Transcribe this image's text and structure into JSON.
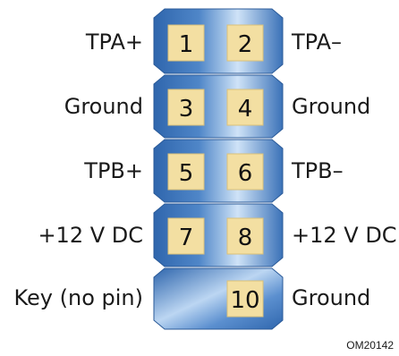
{
  "rows": [
    {
      "left_label": "TPA+",
      "right_label": "TPA–",
      "left_pin": "1",
      "right_pin": "2"
    },
    {
      "left_label": "Ground",
      "right_label": "Ground",
      "left_pin": "3",
      "right_pin": "4"
    },
    {
      "left_label": "TPB+",
      "right_label": "TPB–",
      "left_pin": "5",
      "right_pin": "6"
    },
    {
      "left_label": "+12 V DC",
      "right_label": "+12 V DC",
      "left_pin": "7",
      "right_pin": "8"
    },
    {
      "left_label": "Key (no pin)",
      "right_label": "Ground",
      "left_pin": "",
      "right_pin": "10"
    }
  ],
  "figure_code": "OM20142",
  "colors": {
    "header_dark": "#2f66ad",
    "header_light": "#cfe3f7",
    "pin_fill": "#f3dfa2",
    "pin_stroke": "#d9c07a"
  }
}
